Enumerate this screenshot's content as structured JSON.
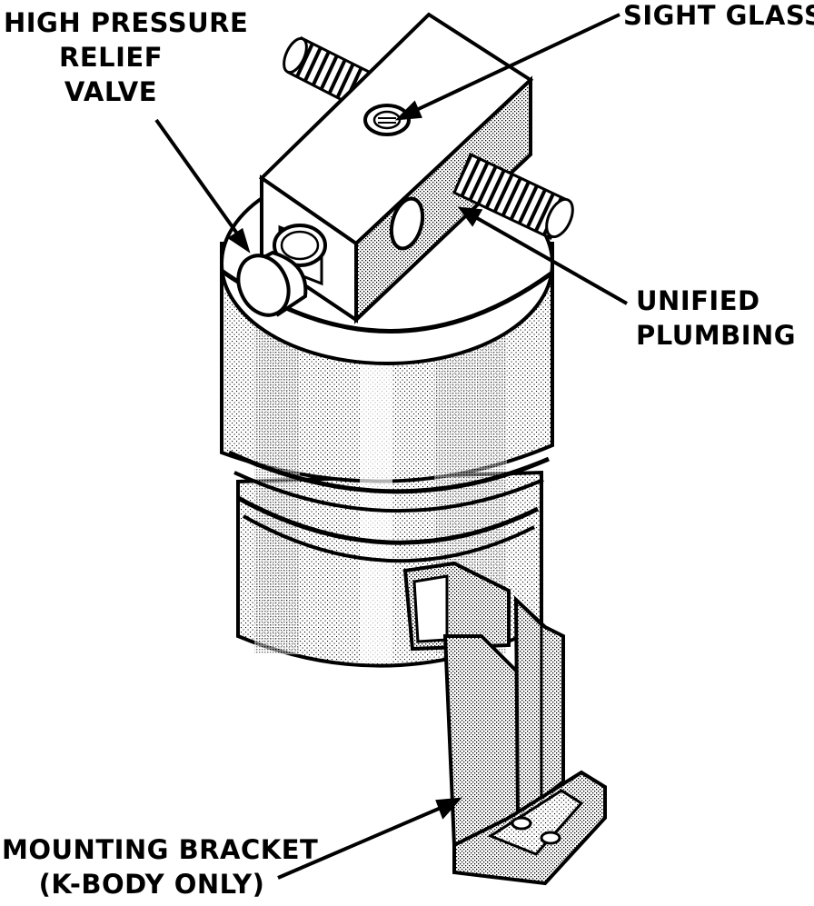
{
  "labels": {
    "relief_valve": {
      "line1": "HIGH PRESSURE",
      "line2": "RELIEF",
      "line3": "VALVE"
    },
    "sight_glass": {
      "line1": "SIGHT GLASS"
    },
    "unified_plumbing": {
      "line1": "UNIFIED",
      "line2": "PLUMBING"
    },
    "mounting_bracket": {
      "line1": "MOUNTING BRACKET",
      "line2": "(K-BODY ONLY)"
    }
  },
  "colors": {
    "ink": "#000000",
    "paper": "#ffffff",
    "shade": "#c8c8c8"
  }
}
